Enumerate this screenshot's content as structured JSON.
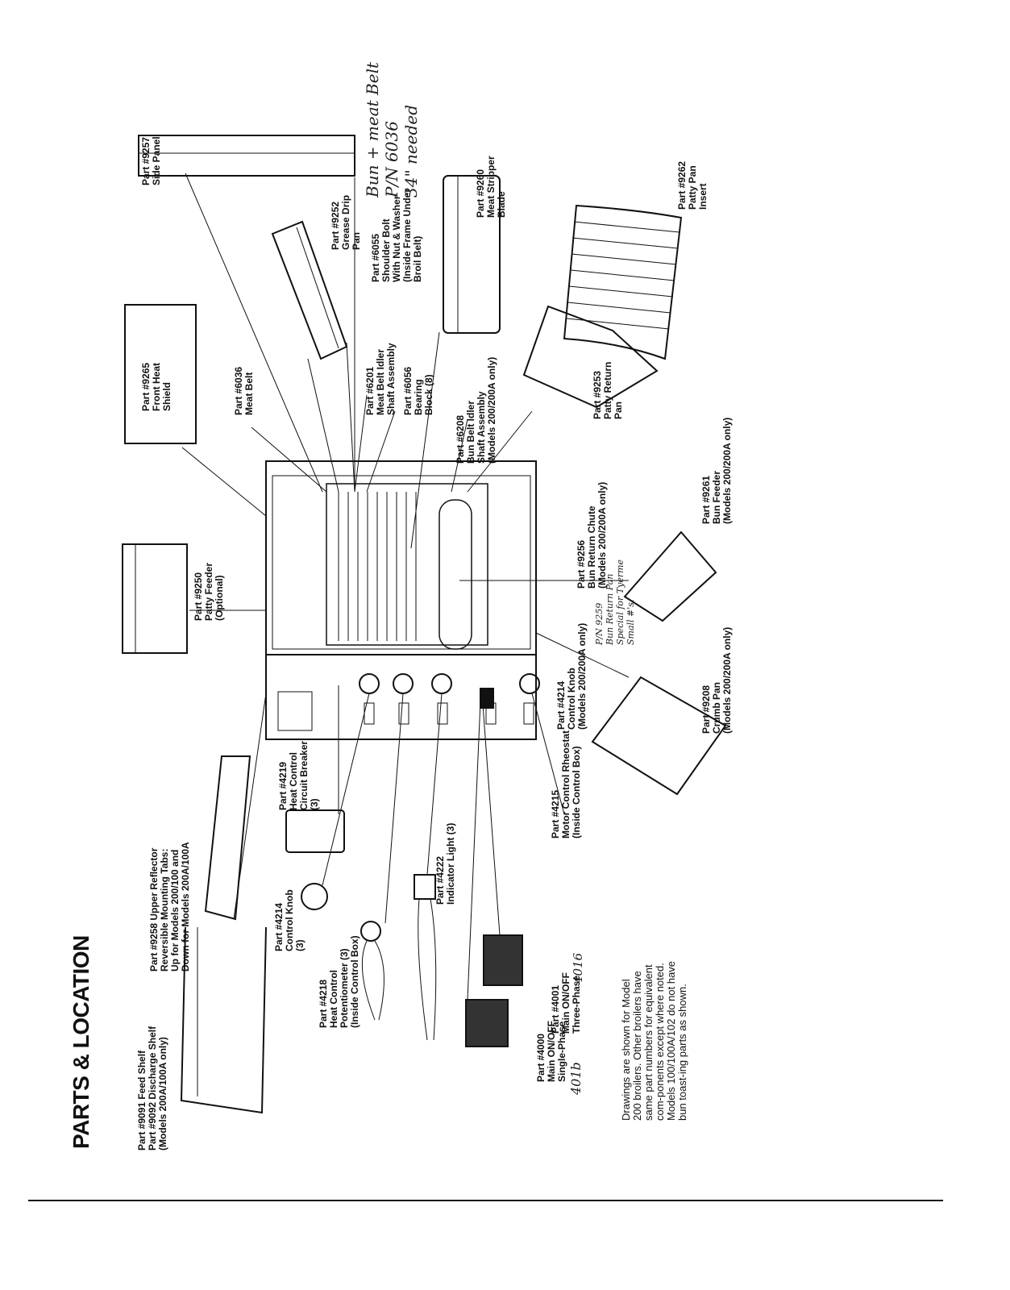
{
  "title": "PARTS & LOCATION",
  "note": "Drawings are shown for Model 200 broilers. Other broilers have same part numbers for equivalent com-ponents except where noted. Models 100/100A/102 do not have bun toast-ing parts as shown.",
  "parts": [
    {
      "id": "9091",
      "text": "Part #9091 Feed Shelf\nPart #9092 Discharge Shelf\n(Models 200A/100A only)"
    },
    {
      "id": "9258",
      "text": "Part #9258 Upper Reflector\nReversible Mounting Tabs:\nUp for Models 200/100 and\nDown for Models 200A/100A"
    },
    {
      "id": "9250",
      "text": "Part #9250\nPatty Feeder\n(Optional)"
    },
    {
      "id": "9265",
      "text": "Part #9265\nFront Heat\nShield"
    },
    {
      "id": "6036",
      "text": "Part #6036\nMeat Belt"
    },
    {
      "id": "6201",
      "text": "Part #6201\nMeat Belt Idler\nShaft Assembly"
    },
    {
      "id": "6056",
      "text": "Part #6056\nBearing\nBlock (8)"
    },
    {
      "id": "9252",
      "text": "Part #9252\nGrease Drip\nPan"
    },
    {
      "id": "6055",
      "text": "Part #6055\nShoulder Bolt\nWith Nut & Washer\n(Inside Frame Under\nBroil Belt)"
    },
    {
      "id": "9257",
      "text": "Part #9257\nSide Panel"
    },
    {
      "id": "6208",
      "text": "Part #6208\nBun Belt Idler\nShaft Assembly\n(Models 200/200A only)"
    },
    {
      "id": "9260",
      "text": "Part #9260\nMeat Stripper\nBlade"
    },
    {
      "id": "9253",
      "text": "Part #9253\nPatty Return\nPan"
    },
    {
      "id": "9262",
      "text": "Part #9262\nPatty Pan\nInsert"
    },
    {
      "id": "9256",
      "text": "Part #9256\nBun Return Chute\n(Models 200/200A only)"
    },
    {
      "id": "9261",
      "text": "Part #9261\nBun Feeder\n(Models 200/200A only)"
    },
    {
      "id": "9208",
      "text": "Part #9208\nCrumb Pan\n(Models 200/200A only)"
    },
    {
      "id": "4214b",
      "text": "Part #4214\nControl Knob\n(Models 200/200A only)"
    },
    {
      "id": "4215",
      "text": "Part #4215\nMotor Control Rheostat\n(Inside Control Box)"
    },
    {
      "id": "4219",
      "text": "Part #4219\nHeat Control\nCircuit Breaker\n(3)"
    },
    {
      "id": "4214a",
      "text": "Part #4214\nControl Knob\n(3)"
    },
    {
      "id": "4218",
      "text": "Part #4218\nHeat Control\nPotentiometer (3)\n(Inside Control Box)"
    },
    {
      "id": "4222",
      "text": "Part #4222\nIndicator Light (3)"
    },
    {
      "id": "4000",
      "text": "Part #4000\nMain ON/OFF\nSingle-Phase"
    },
    {
      "id": "4001",
      "text": "Part #4001\nMain ON/OFF\nThree-Phase"
    }
  ],
  "handwritten": {
    "top": "Bun + meat Belt\nP/N 6036\n34\" needed",
    "chute": "P/N 9259\nBun Return Pan\nSpecial for Tyerme\nSmall #'s.",
    "n4016": "4016",
    "n401b": "401b"
  }
}
